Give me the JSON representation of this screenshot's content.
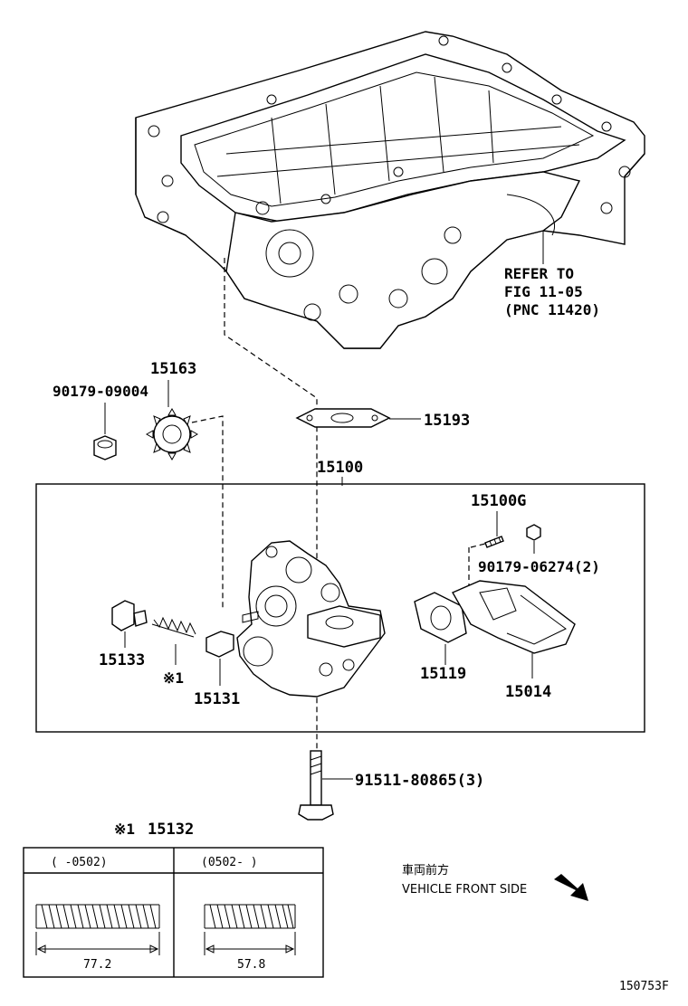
{
  "parts": {
    "p15163": "15163",
    "p90179_09004": "90179-09004",
    "p15193": "15193",
    "p15100": "15100",
    "p15100G": "15100G",
    "p90179_06274": "90179-06274(2)",
    "p15133": "15133",
    "p15131": "15131",
    "p15119": "15119",
    "p15014": "15014",
    "p91511": "91511-80865(3)",
    "p15132": "15132",
    "mark_note": "※1"
  },
  "refer": {
    "line1": "REFER TO",
    "line2": "FIG 11-05",
    "line3": "(PNC 11420)"
  },
  "spring_table": {
    "header_left": "(      -0502)",
    "header_right": "(0502-      )",
    "dim_left": "77.2",
    "dim_right": "57.8"
  },
  "front_marker": {
    "jp": "車両前方",
    "en": "VEHICLE FRONT SIDE"
  },
  "figure_id": "150753F"
}
